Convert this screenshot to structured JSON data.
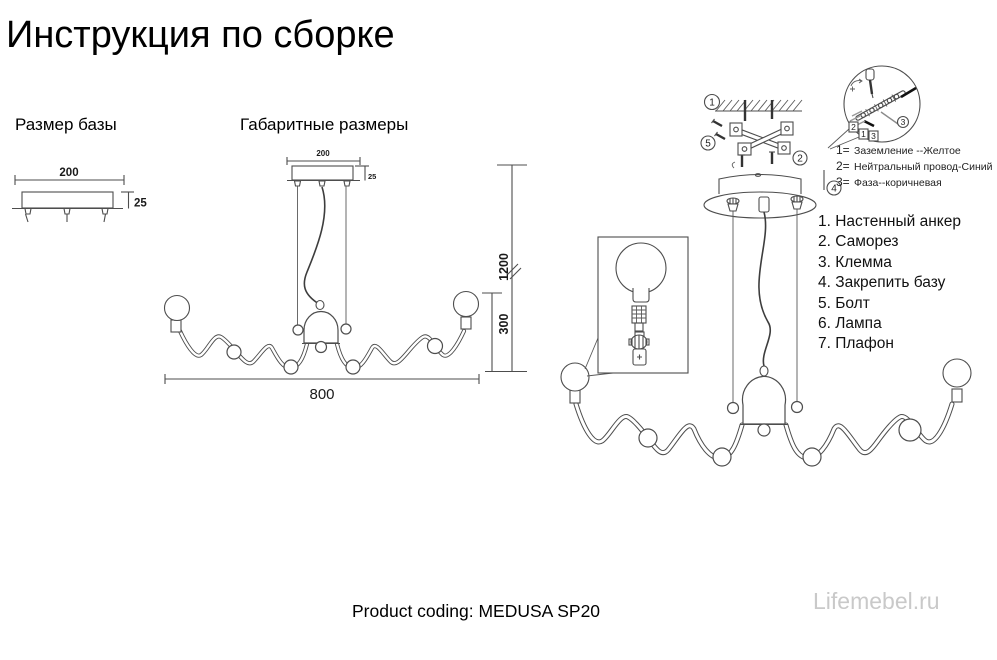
{
  "page": {
    "title": "Инструкция по сборке",
    "product_coding": "Product coding: MEDUSA SP20",
    "watermark": "Lifemebel.ru"
  },
  "base_drawing": {
    "label": "Размер базы",
    "width_dim": "200",
    "thickness_dim": "25"
  },
  "overall_drawing": {
    "label": "Габаритные размеры",
    "canopy_width_dim": "200",
    "canopy_thickness_dim": "25",
    "total_height_dim": "1200",
    "body_height_dim": "300",
    "body_width_dim": "800"
  },
  "assembly": {
    "step_ceiling_anchor": "1",
    "step_screw": "2",
    "step_fix_base": "4",
    "step_bolt": "5",
    "balloon": {
      "box_2": "2",
      "box_1": "1",
      "box_3": "3",
      "circled_3": "3"
    },
    "wire_legend": [
      {
        "num": "1=",
        "label": "Заземление --Желтое"
      },
      {
        "num": "2=",
        "label": "Нейтральный провод-Синий"
      },
      {
        "num": "3=",
        "label": "Фаза--коричневая"
      }
    ],
    "parts_list": [
      {
        "text": "1. Настенный анкер"
      },
      {
        "text": "2. Саморез"
      },
      {
        "text": "3. Клемма"
      },
      {
        "text": "4. Закрепить базу"
      },
      {
        "text": "5. Болт"
      },
      {
        "text": "6. Лампа"
      },
      {
        "text": "7. Плафон"
      }
    ]
  }
}
